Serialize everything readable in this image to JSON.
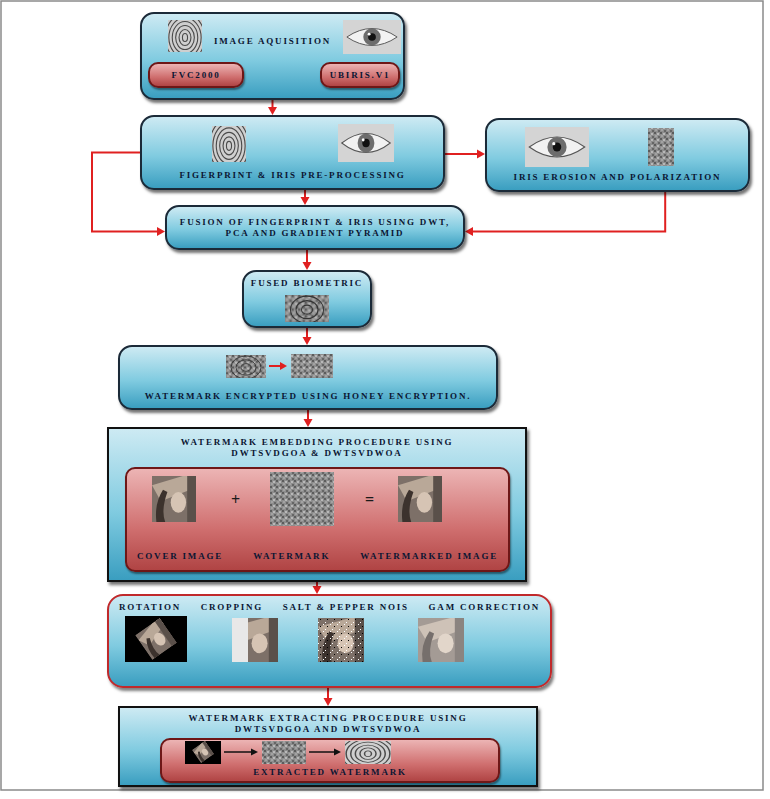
{
  "diagram": {
    "nodes": [
      {
        "text": [
          "IMAGE AQUISITION"
        ]
      },
      {
        "text": [
          "FVC2000"
        ],
        "in": 0
      },
      {
        "text": [
          "UBIRIS.V1"
        ],
        "in": 0
      },
      {
        "text": [
          "FIGERPRINT & IRIS PRE-PROCESSING"
        ]
      },
      {
        "text": [
          "IRIS EROSION AND POLARIZATION"
        ]
      },
      {
        "text": [
          "FUSION OF FINGERPRINT & IRIS USING DWT, PCA AND GRADIENT PYRAMID"
        ]
      },
      {
        "text": [
          "FUSED BIOMETRIC"
        ]
      },
      {
        "text": [
          "WATERMARK ENCRYPTED USING HONEY ENCRYPTION."
        ]
      },
      {
        "text": [
          "WATERMARK EMBEDDING PROCEDURE USING DWTSVDGOA & DWTSVDWOA"
        ]
      },
      {
        "text": [
          "COVER IMAGE",
          "WATERMARK",
          "WATERMARKED IMAGE"
        ],
        "in": 8
      },
      {
        "text": [
          "ROTATION",
          "CROPPING",
          "SALT & PEPPER NOIS",
          "GAM CORRECTION"
        ]
      },
      {
        "text": [
          "WATERMARK EXTRACTING PROCEDURE USING DWTSVDGOA AND DWTSVDWOA"
        ]
      },
      {
        "text": [
          "EXTRACTED WATERMARK"
        ],
        "in": 11
      }
    ],
    "edges": [
      {
        "from": 0,
        "to": 3,
        "arrow": "to"
      },
      {
        "from": 3,
        "to": 4,
        "arrow": "to"
      },
      {
        "from": 3,
        "to": 5,
        "arrow": "to"
      },
      {
        "from": 3,
        "to": 5,
        "arrow": "to"
      },
      {
        "from": 4,
        "to": 5,
        "arrow": "to"
      },
      {
        "from": 5,
        "to": 6,
        "arrow": "to"
      },
      {
        "from": 6,
        "to": 7,
        "arrow": "to"
      },
      {
        "from": 7,
        "to": 8,
        "arrow": "to"
      },
      {
        "from": 8,
        "to": 10,
        "arrow": "to"
      },
      {
        "from": 10,
        "to": 11,
        "arrow": "to"
      }
    ],
    "labels": [
      "+",
      "="
    ]
  }
}
